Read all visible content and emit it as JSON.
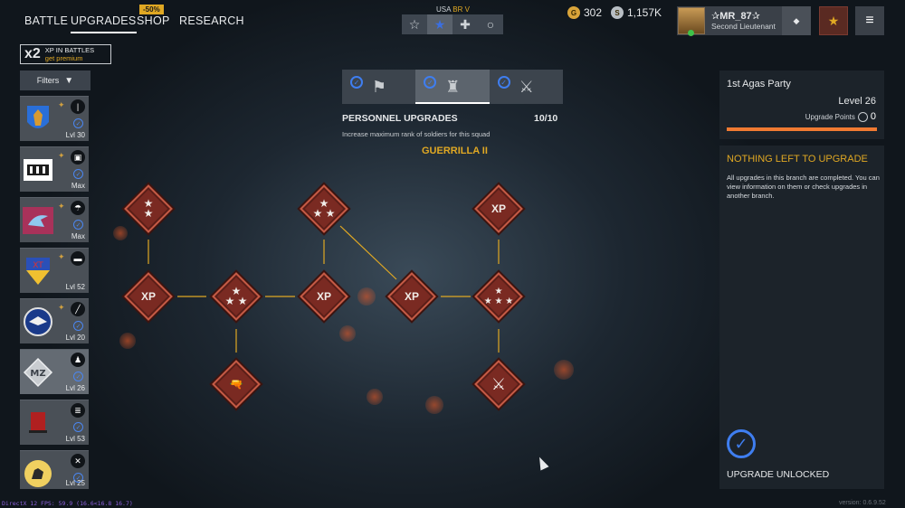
{
  "nav": {
    "tabs": [
      {
        "label": "BATTLE"
      },
      {
        "label": "UPGRADES"
      },
      {
        "label": "SHOP"
      },
      {
        "label": "RESEARCH"
      }
    ],
    "shop_badge": "-50%"
  },
  "br": {
    "country": "USA",
    "br": "BR V"
  },
  "currency": {
    "gold": "302",
    "silver": "1,157K",
    "gold_icon": "gold-coin-icon",
    "silver_icon": "silver-coin-icon"
  },
  "profile": {
    "name": "✰MR_87✰",
    "rank": "Second Lieutenant"
  },
  "promo": {
    "multiplier": "x2",
    "line1": "XP IN BATTLES",
    "line2": "get premium"
  },
  "filters": {
    "label": "Filters"
  },
  "squads": [
    {
      "level": "Lvl 30",
      "icon": "paratrooper-badge-icon",
      "type_icon": "rifle-icon"
    },
    {
      "level": "Max",
      "icon": "castle-badge-icon",
      "type_icon": "vehicle-icon"
    },
    {
      "level": "Max",
      "icon": "pegasus-badge-icon",
      "type_icon": "parachute-icon"
    },
    {
      "level": "Lvl 52",
      "icon": "xt-badge-icon",
      "type_icon": "tank-icon"
    },
    {
      "level": "Lvl 20",
      "icon": "eagle-badge-icon",
      "type_icon": "bayonet-icon"
    },
    {
      "level": "Lvl 26",
      "icon": "mz-badge-icon",
      "type_icon": "guerrilla-icon"
    },
    {
      "level": "Lvl 53",
      "icon": "monument-badge-icon",
      "type_icon": "list-icon"
    },
    {
      "level": "Lvl 25",
      "icon": "dog-badge-icon",
      "type_icon": "crossed-tools-icon"
    }
  ],
  "branch": {
    "title": "PERSONNEL UPGRADES",
    "count": "10/10",
    "description": "Increase maximum rank of soldiers for this squad",
    "squad_name": "GUERRILLA II"
  },
  "tree": {
    "nodes": [
      {
        "label": "★\n★"
      },
      {
        "label": "XP"
      },
      {
        "label": "★\n★ ★"
      },
      {
        "label": "🔫"
      },
      {
        "label": "★\n★ ★"
      },
      {
        "label": "XP"
      },
      {
        "label": "XP"
      },
      {
        "label": "XP"
      },
      {
        "label": "★\n★ ★ ★"
      },
      {
        "label": "⚔"
      }
    ]
  },
  "right_panel": {
    "squad": "1st Agas Party",
    "level": "Level 26",
    "points_label": "Upgrade Points",
    "points_value": "0",
    "progress": 1.0,
    "heading": "NOTHING LEFT TO UPGRADE",
    "description": "All upgrades in this branch are completed. You can view information on them or check upgrades in another branch.",
    "status": "UPGRADE UNLOCKED"
  },
  "footer": {
    "fps": "DirectX 12 FPS: 59.9 (16.6<16.8 16.7)",
    "version": "version: 0.6.9.52"
  },
  "colors": {
    "accent": "#e0a823",
    "check": "#3f7ef0",
    "node": "#7a2a22",
    "line": "#e0a823"
  }
}
